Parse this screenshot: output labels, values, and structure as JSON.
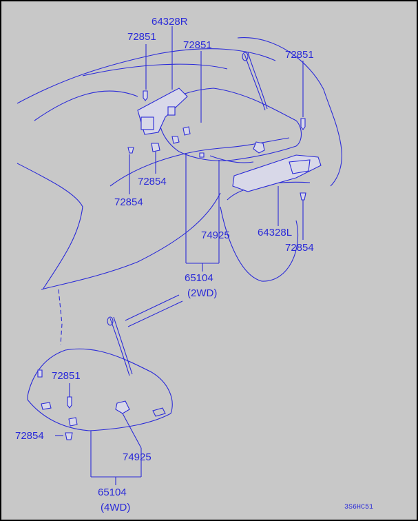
{
  "labels": {
    "p64328R": "64328R",
    "p72851_a": "72851",
    "p72851_b": "72851",
    "p72851_c": "72851",
    "p72854_a": "72854",
    "p72854_b": "72854",
    "p74925_a": "74925",
    "p64328L": "64328L",
    "p72854_c": "72854",
    "p65104_a": "65104",
    "p2wd": "(2WD)",
    "p72851_d": "72851",
    "p72854_d": "72854",
    "p74925_b": "74925",
    "p65104_b": "65104",
    "p4wd": "(4WD)"
  },
  "drawing_code": "3S6HC51",
  "colors": {
    "line": "#2a2ad8",
    "background": "#c8c8c8",
    "border": "#000000"
  }
}
